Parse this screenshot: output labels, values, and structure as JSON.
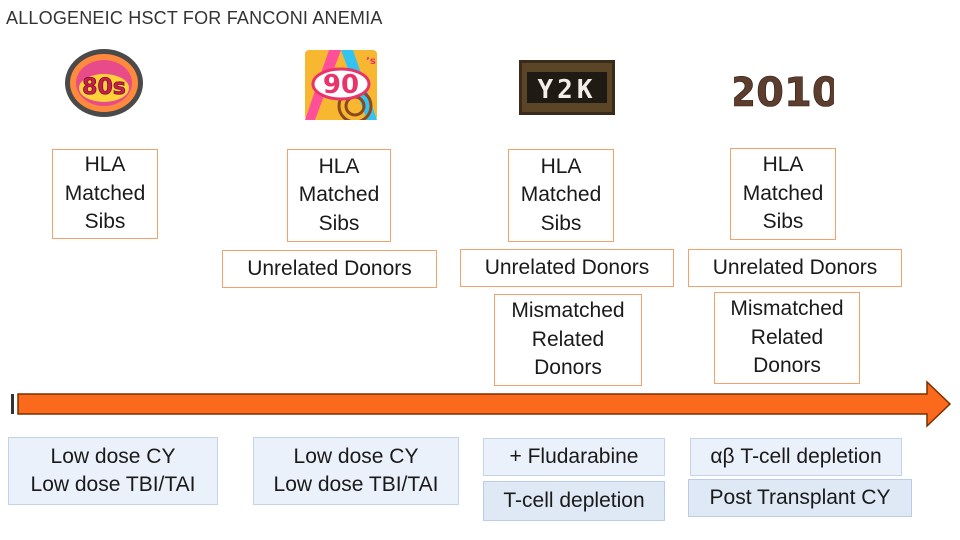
{
  "title": "ALLOGENEIC HSCT FOR FANCONI ANEMIA",
  "eras": [
    {
      "logo_text": "80s",
      "logo_icon": "badge-80s-icon"
    },
    {
      "logo_text": "90",
      "logo_icon": "retro-90s-icon"
    },
    {
      "logo_text": "Y2K",
      "logo_icon": "y2k-plaque-icon"
    },
    {
      "logo_text": "2010",
      "logo_icon": "numeric-2010-icon"
    }
  ],
  "donor_sources": {
    "hla_matched_sibs": "HLA\nMatched\nSibs",
    "unrelated_donors": "Unrelated Donors",
    "mismatched_related_donors": "Mismatched\nRelated\nDonors"
  },
  "conditioning": {
    "low_dose_cy_tbi": "Low dose CY\nLow dose TBI/TAI",
    "fludarabine": "+ Fludarabine",
    "tcell_depletion": "T-cell depletion",
    "ab_tcell_depletion": "αβ T-cell depletion",
    "post_transplant_cy": "Post Transplant CY"
  },
  "colors": {
    "timeline_fill": "#fb6a1c",
    "timeline_stroke": "#7a2e00",
    "donor_border": "#f2a36b",
    "conditioning_bg": "#eaf1fa"
  }
}
